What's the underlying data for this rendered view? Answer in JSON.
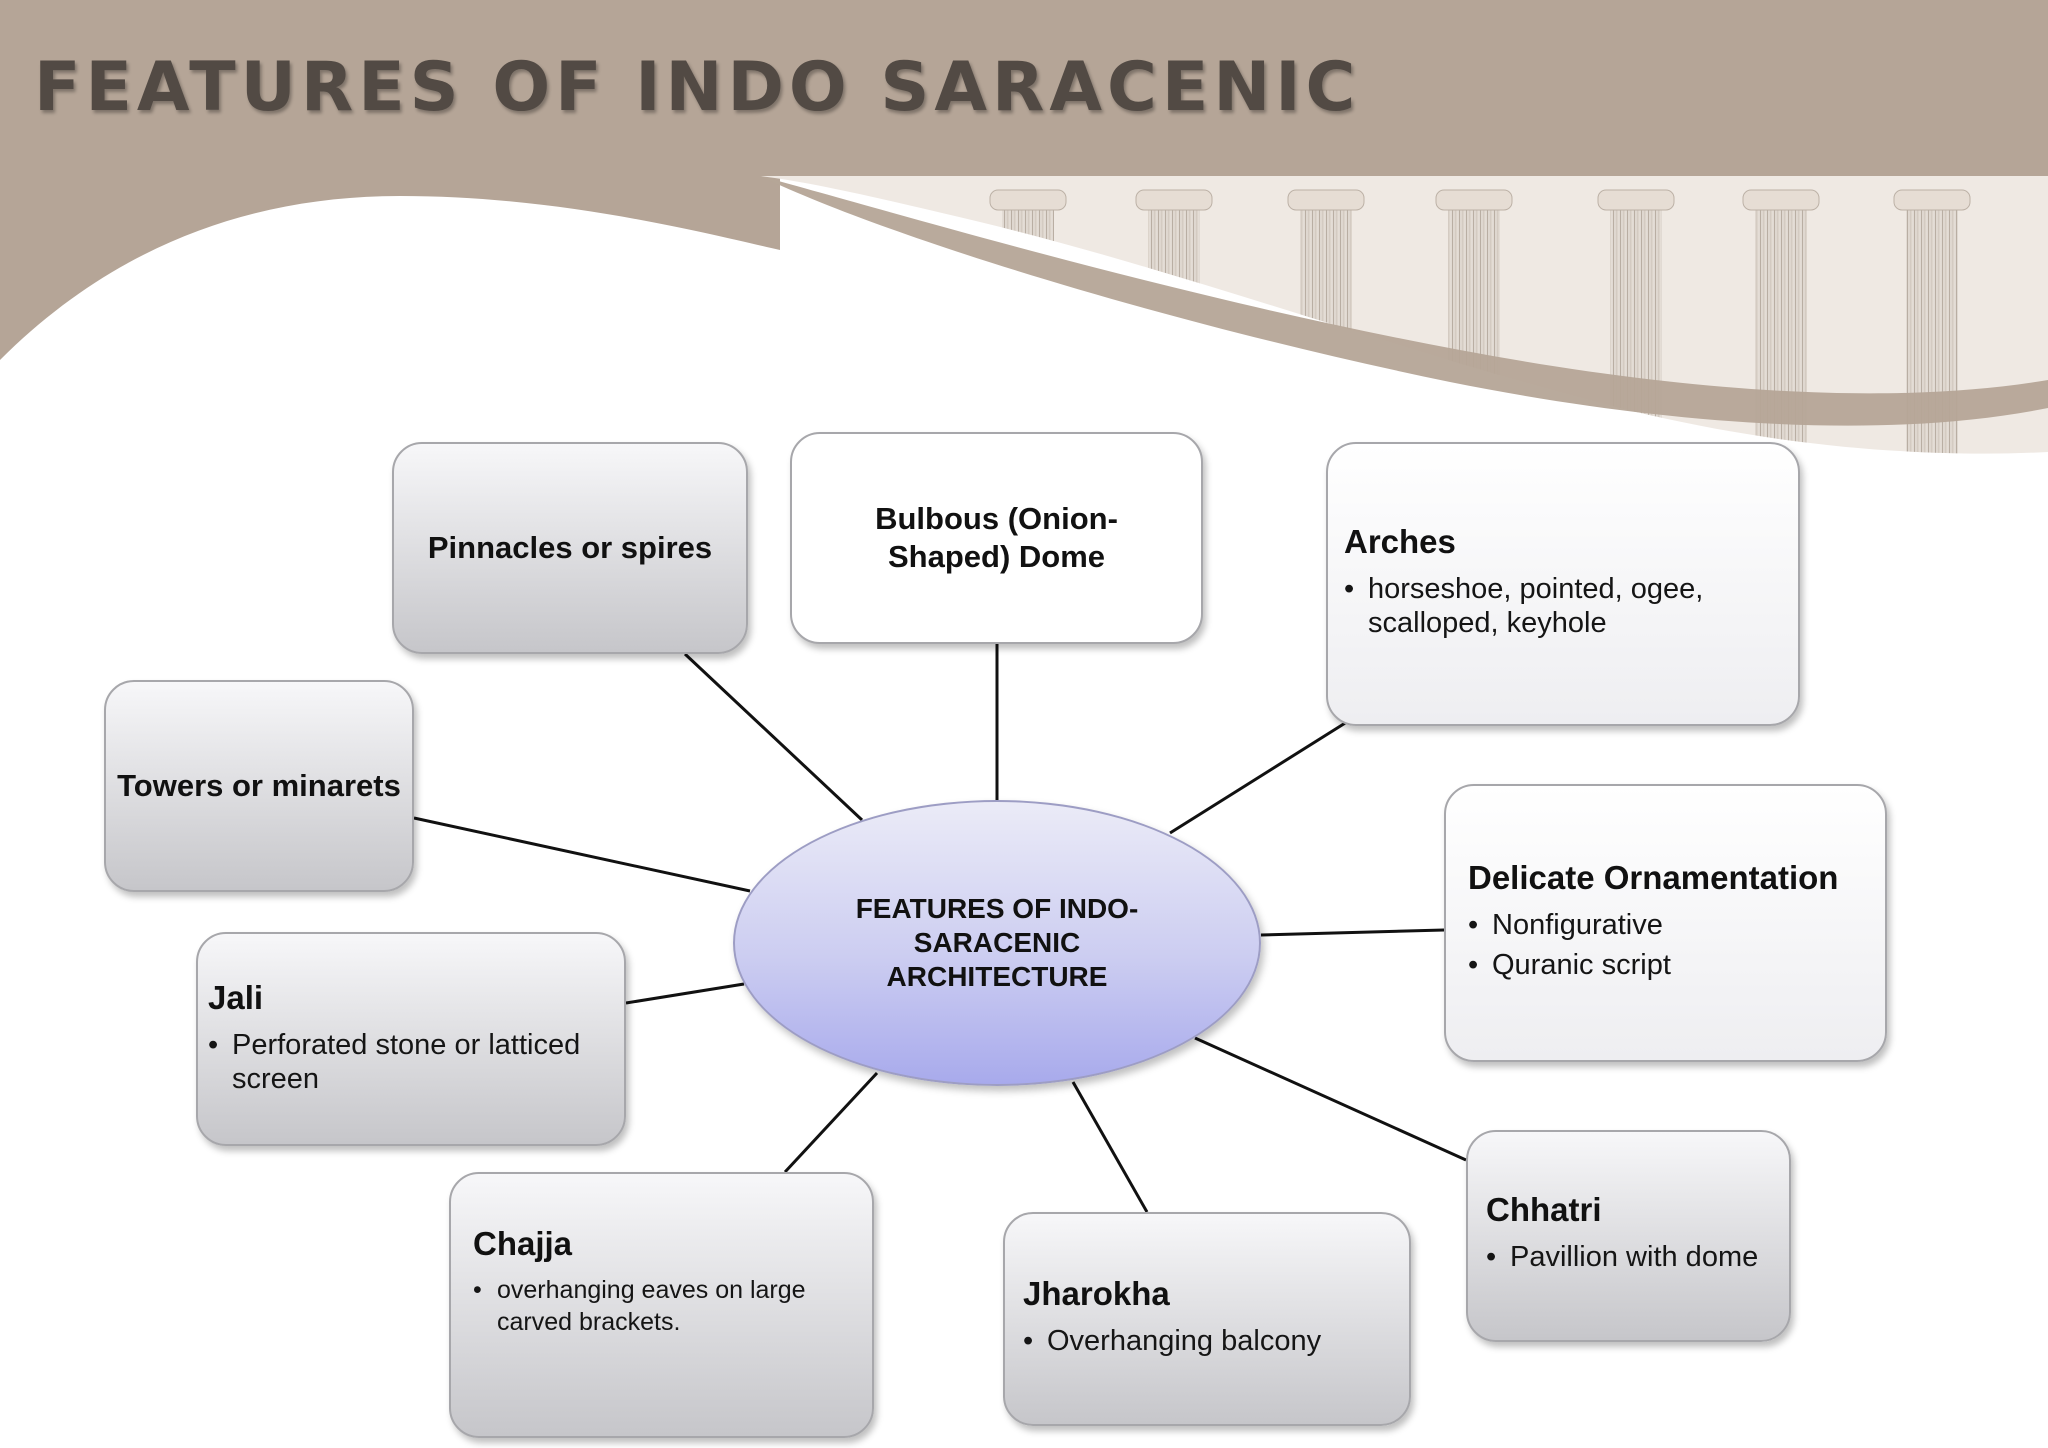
{
  "slide": {
    "title": "FEATURES OF INDO SARACENIC"
  },
  "diagram": {
    "center": "FEATURES OF INDO-SARACENIC ARCHITECTURE",
    "nodes": {
      "pinnacles": {
        "title": "Pinnacles or spires"
      },
      "dome": {
        "title": "Bulbous (Onion-Shaped) Dome"
      },
      "arches": {
        "title": "Arches",
        "bullets": [
          "horseshoe, pointed, ogee, scalloped, keyhole"
        ]
      },
      "towers": {
        "title": "Towers or minarets"
      },
      "ornamentation": {
        "title": "Delicate Ornamentation",
        "bullets": [
          "Nonfigurative",
          "Quranic script"
        ]
      },
      "jali": {
        "title": "Jali",
        "bullets": [
          "Perforated stone or latticed screen"
        ]
      },
      "chajja": {
        "title": "Chajja",
        "bullets": [
          "overhanging eaves  on large carved brackets."
        ]
      },
      "jharokha": {
        "title": "Jharokha",
        "bullets": [
          "Overhanging balcony"
        ]
      },
      "chhatri": {
        "title": "Chhatri",
        "bullets": [
          "Pavillion with dome"
        ]
      }
    }
  },
  "colors": {
    "header_band": "#b5a597",
    "title_text": "#524a44",
    "hub_fill": "#c7c8f0",
    "node_border": "#a7a7ab"
  }
}
